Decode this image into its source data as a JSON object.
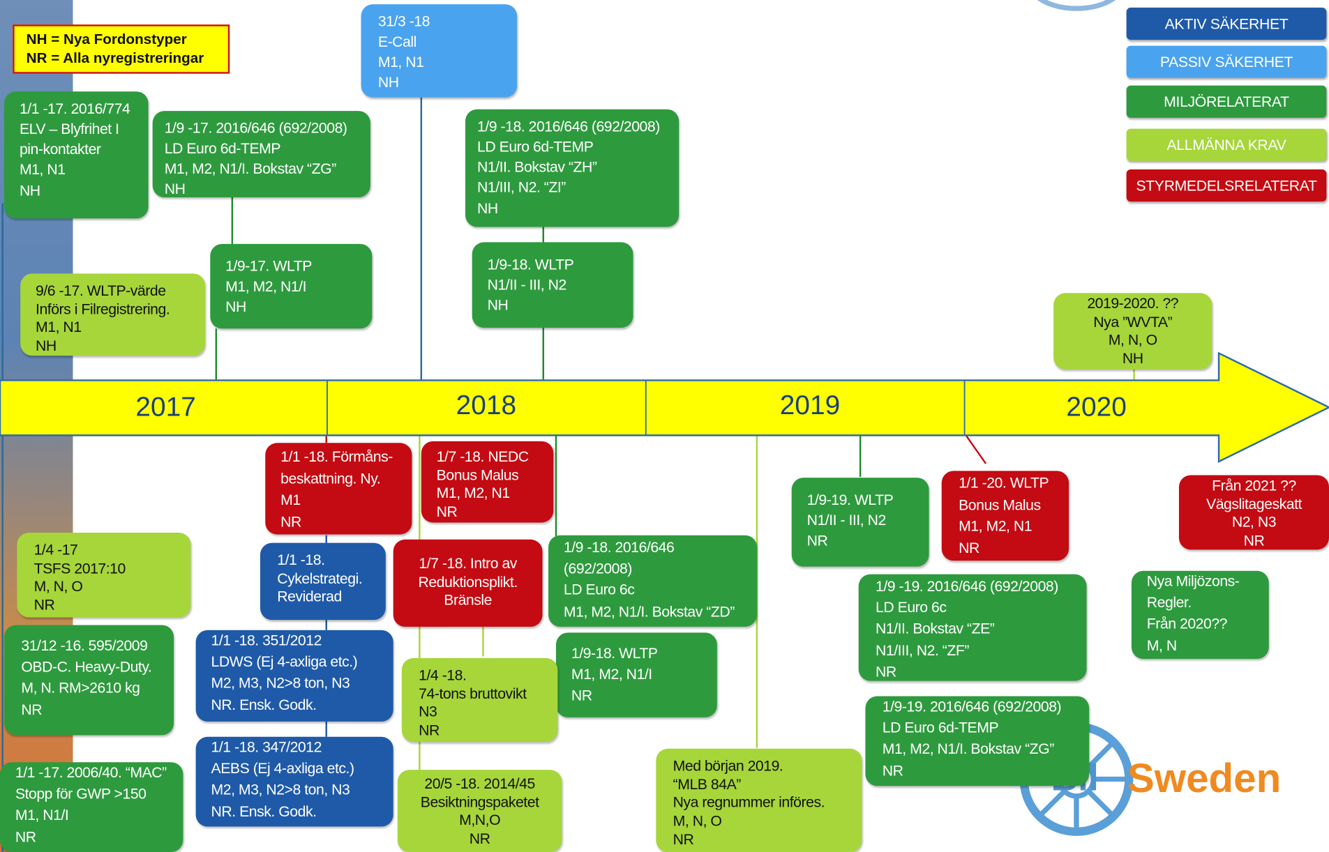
{
  "key": "NH = Nya Fordonstyper\nNR = Alla nyregistreringar",
  "years": [
    "2017",
    "2018",
    "2019",
    "2020"
  ],
  "legend": [
    {
      "label": "AKTIV SÄKERHET",
      "color": "#1f5aa8"
    },
    {
      "label": "PASSIV SÄKERHET",
      "color": "#4aa3ef"
    },
    {
      "label": "MILJÖRELATERAT",
      "color": "#2e9a3e"
    },
    {
      "label": "ALLMÄNNA KRAV",
      "color": "#a6d63a"
    },
    {
      "label": "STYRMEDELSRELATERAT",
      "color": "#c40a12"
    }
  ],
  "colors": {
    "aktiv": "#1f5aa8",
    "passiv": "#4aa3ef",
    "miljo": "#2e9a3e",
    "allman": "#a6d63a",
    "styr": "#c40a12",
    "arrow": "#ffff00"
  },
  "boxes": {
    "b1": "1/1 -17. 2016/774\nELV – Blyfrihet I\npin-kontakter\nM1, N1\nNH",
    "b2": "1/9 -17. 2016/646 (692/2008)\nLD Euro 6d-TEMP\nM1, M2, N1/I. Bokstav “ZG”\nNH",
    "b3": "31/3 -18\nE-Call\nM1, N1\nNH",
    "b4": "1/9 -18. 2016/646 (692/2008)\nLD Euro 6d-TEMP\nN1/II.   Bokstav “ZH”\nN1/III,  N2.         “ZI”\nNH",
    "b5": "1/9-17.  WLTP\nM1, M2, N1/I\nNH",
    "b6": "9/6 -17.  WLTP-värde\nInförs i Filregistrering.\nM1, N1\nNH",
    "b7": "1/9-18.   WLTP\nN1/II  - III,  N2\nNH",
    "b8": "2019-2020.  ??\nNya ”WVTA”\nM, N, O\nNH",
    "b9": "1/1 -18. Förmåns-\nbeskattning. Ny.\nM1\nNR",
    "b10": "1/7 -18. NEDC\nBonus Malus\nM1, M2, N1\nNR",
    "b11": "1/9-19.  WLTP\nN1/II  - III,  N2\nNR",
    "b12": "1/1 -20. WLTP\nBonus Malus\nM1, M2, N1\nNR",
    "b13": "Från 2021  ??\nVägslitageskatt\nN2, N3\nNR",
    "b14": "1/4 -17\nTSFS 2017:10\nM, N, O\nNR",
    "b15": "1/1 -18.\nCykelstrategi.\nReviderad",
    "b16": "1/7 -18. Intro av\nReduktionsplikt.\nBränsle",
    "b17": "1/9 -18. 2016/646 (692/2008)\nLD Euro 6c\nM1, M2, N1/I.  Bokstav “ZD”\nNR",
    "b18": "1/9 -19. 2016/646  (692/2008)\nLD Euro 6c\nN1/II.      Bokstav “ZE”\nN1/III,  N2.          “ZF”\nNR",
    "b19": "Nya Miljözons-\nRegler.\nFrån 2020??\nM, N",
    "b20": "31/12 -16.   595/2009\nOBD-C. Heavy-Duty.\nM, N. RM>2610  kg\nNR",
    "b21": "1/1 -18.       351/2012\nLDWS  (Ej 4-axliga etc.)\nM2, M3, N2>8 ton, N3\nNR. Ensk. Godk.",
    "b22": "1/9-18.     WLTP\nM1, M2, N1/I\nNR",
    "b23": "1/4 -18.\n74-tons bruttovikt\nN3\nNR",
    "b24": "1/9-19.  2016/646 (692/2008)\nLD Euro 6d-TEMP\nM1, M2, N1/I.  Bokstav “ZG”\nNR",
    "b25": "1/1 -17. 2006/40. “MAC”\nStopp för GWP >150\nM1, N1/I\nNR",
    "b26": "1/1 -18.       347/2012\nAEBS  (Ej 4-axliga etc.)\nM2, M3, N2>8 ton, N3\nNR. Ensk. Godk.",
    "b27": "20/5 -18. 2014/45\nBesiktningspaketet\nM,N,O\nNR",
    "b28": "Med början 2019.\n“MLB 84A”\nNya regnummer införes.\nM, N, O\nNR"
  },
  "logo": {
    "text": "Sweden",
    "prefix": "Bil"
  }
}
